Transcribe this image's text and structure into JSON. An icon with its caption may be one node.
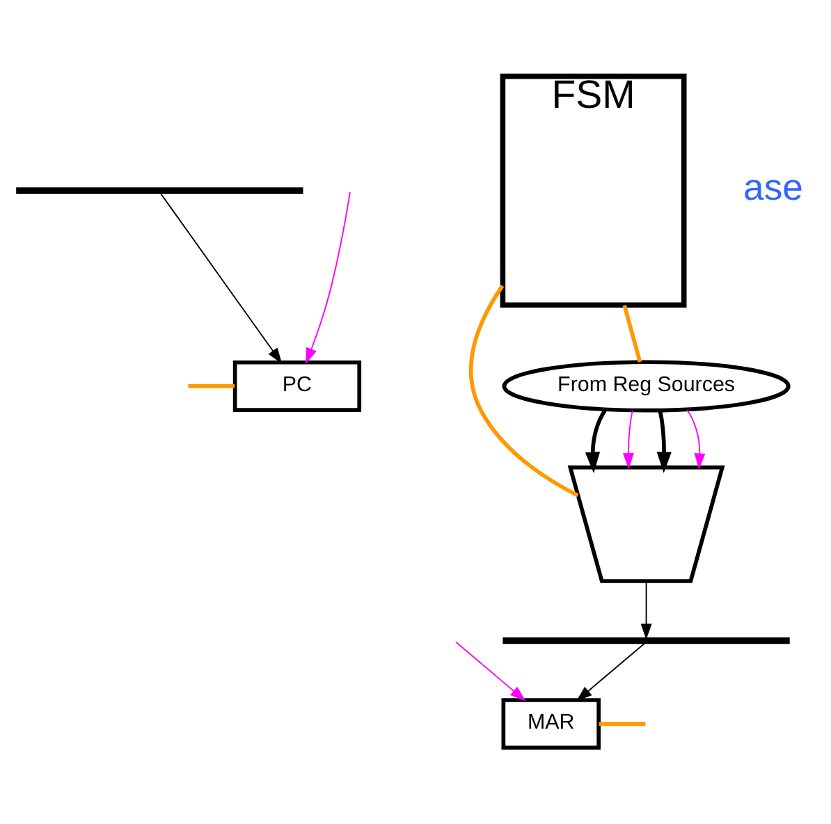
{
  "diagram": {
    "nodes": [
      {
        "text": [],
        "shape": "bar"
      },
      {
        "text": [
          "PC"
        ]
      },
      {
        "text": [
          "From Reg Sources"
        ]
      },
      {
        "text": [
          "FSM"
        ]
      },
      {
        "text": [],
        "shape": "trapezoid"
      },
      {
        "text": [],
        "shape": "bar"
      },
      {
        "text": [
          "MAR"
        ]
      }
    ],
    "edges": [
      {
        "from": 0,
        "to": 1,
        "arrow": "to"
      },
      {
        "from": null,
        "to": 1,
        "arrow": "to",
        "color": "#ff00ff"
      },
      {
        "from": null,
        "to": 1,
        "arrow": "none",
        "style": "thick",
        "color": "#ff9900"
      },
      {
        "from": 3,
        "to": 2,
        "arrow": "none",
        "style": "thick",
        "color": "#ff9900"
      },
      {
        "from": 3,
        "to": 4,
        "arrow": "none",
        "style": "thick",
        "color": "#ff9900"
      },
      {
        "from": 2,
        "to": 4,
        "arrow": "to",
        "style": "thick"
      },
      {
        "from": 2,
        "to": 4,
        "arrow": "to",
        "color": "#ff00ff"
      },
      {
        "from": 2,
        "to": 4,
        "arrow": "to",
        "style": "thick"
      },
      {
        "from": 2,
        "to": 4,
        "arrow": "to",
        "color": "#ff00ff"
      },
      {
        "from": 4,
        "to": 5,
        "arrow": "to"
      },
      {
        "from": 5,
        "to": 6,
        "arrow": "to"
      },
      {
        "from": null,
        "to": 6,
        "arrow": "to",
        "color": "#ff00ff"
      },
      {
        "from": 6,
        "to": null,
        "arrow": "none",
        "style": "thick",
        "color": "#ff9900"
      }
    ],
    "labels": [
      "ase"
    ]
  }
}
